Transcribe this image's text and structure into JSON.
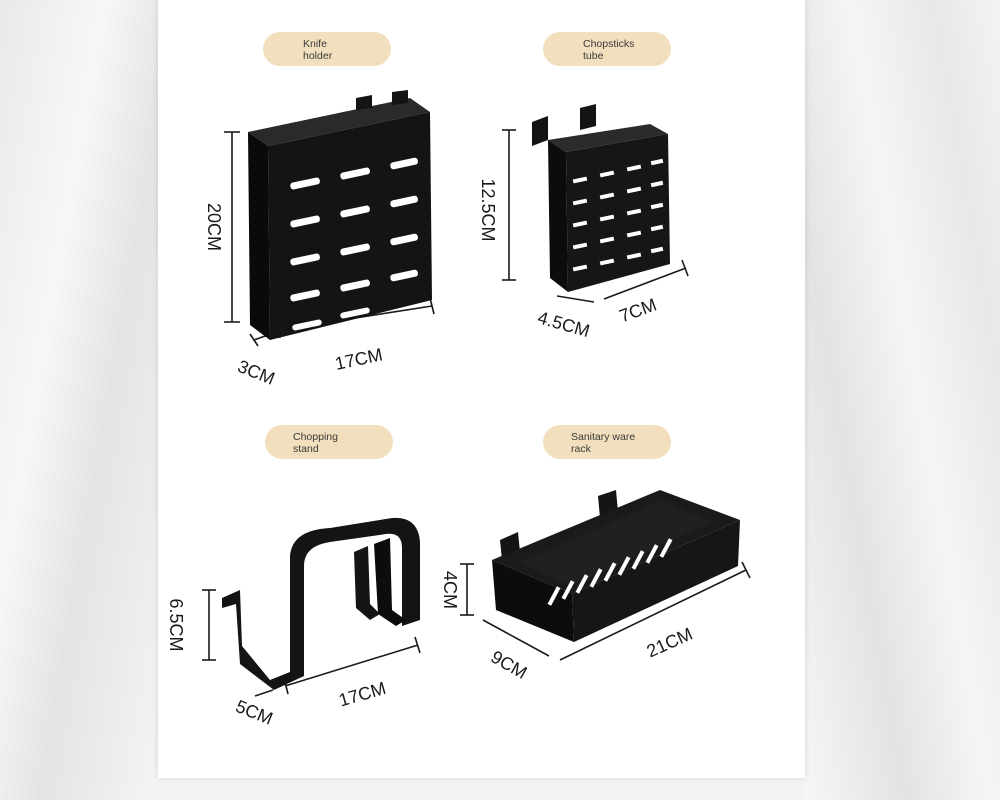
{
  "labels": {
    "knife": {
      "line1": "Knife",
      "line2": "holder"
    },
    "chopsticks": {
      "line1": "Chopsticks",
      "line2": "tube"
    },
    "chopping": {
      "line1": "Chopping",
      "line2": "stand"
    },
    "sanitary": {
      "line1": "Sanitary ware",
      "line2": "rack"
    }
  },
  "dimensions": {
    "knife": {
      "height": "20CM",
      "depth": "3CM",
      "width": "17CM"
    },
    "chopsticks": {
      "height": "12.5CM",
      "depth": "4.5CM",
      "width": "7CM"
    },
    "chopping": {
      "height": "6.5CM",
      "depth": "5CM",
      "width": "17CM"
    },
    "sanitary": {
      "height": "4CM",
      "depth": "9CM",
      "width": "21CM"
    }
  },
  "colors": {
    "product": "#141414",
    "label_bg": "#f1dfbd"
  }
}
